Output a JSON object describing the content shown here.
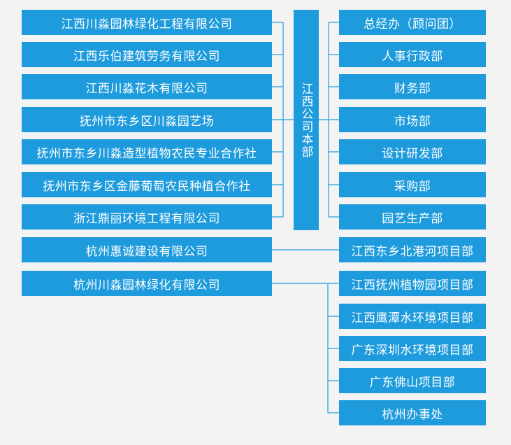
{
  "headquarters": {
    "label": "江西公司本部"
  },
  "companies": [
    "江西川淼园林绿化工程有限公司",
    "江西乐伯建筑劳务有限公司",
    "江西川淼花木有限公司",
    "抚州市东乡区川淼园艺场",
    "抚州市东乡川淼造型植物农民专业合作社",
    "抚州市东乡区金藤葡萄农民种植合作社",
    "浙江鼎丽环境工程有限公司",
    "杭州惠诚建设有限公司",
    "杭州川淼园林绿化有限公司"
  ],
  "departments": [
    "总经办（顾问团）",
    "人事行政部",
    "财务部",
    "市场部",
    "设计研发部",
    "采购部",
    "园艺生产部",
    "江西东乡北港河项目部",
    "江西抚州植物园项目部",
    "江西鹰潭水环境项目部",
    "广东深圳水环境项目部",
    "广东佛山项目部",
    "杭州办事处"
  ],
  "colors": {
    "box": "#1e9bdc",
    "line": "#1e9bdc",
    "background": "#f3f3f3",
    "text": "#ffffff"
  }
}
